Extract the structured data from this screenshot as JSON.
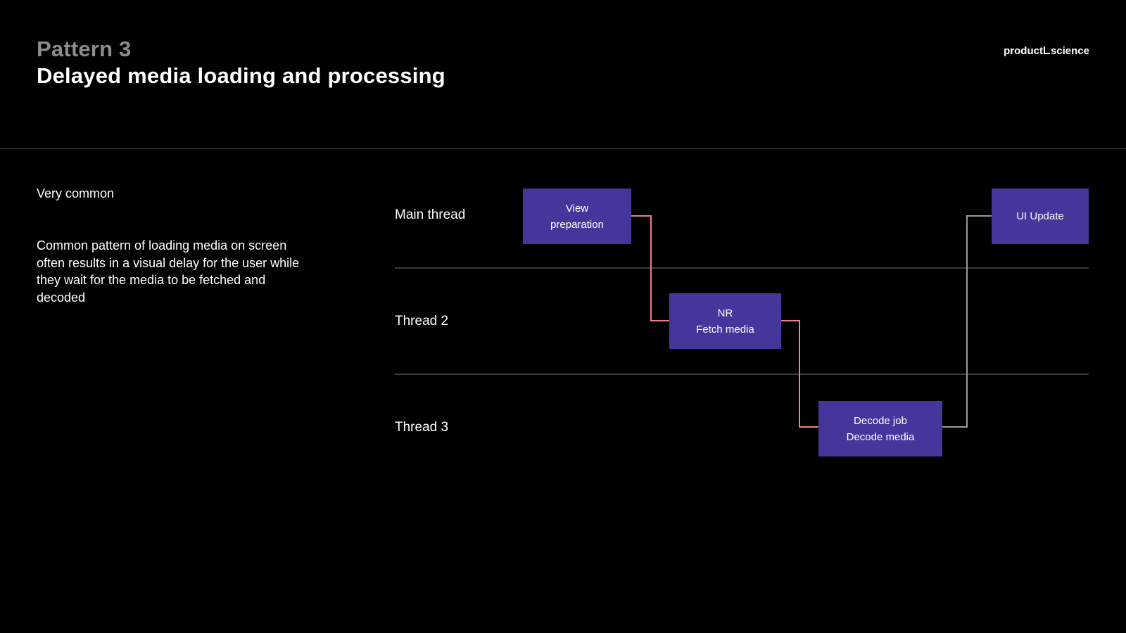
{
  "header": {
    "eyebrow": "Pattern 3",
    "title": "Delayed media loading and processing",
    "logo_left": "product",
    "logo_right": "science"
  },
  "left_panel": {
    "subtitle": "Very common",
    "description": "Common pattern of loading media on screen often results in a visual delay for the user while they wait for the media to be fetched and decoded"
  },
  "diagram": {
    "threads": [
      {
        "label": "Main thread"
      },
      {
        "label": "Thread 2"
      },
      {
        "label": "Thread 3"
      }
    ],
    "tasks": [
      {
        "line1": "View",
        "line2": "preparation"
      },
      {
        "line1": "NR",
        "line2": "Fetch media"
      },
      {
        "line1": "Decode job",
        "line2": "Decode media"
      },
      {
        "line1": "UI Update",
        "line2": ""
      }
    ],
    "colors": {
      "task_fill": "#44369a",
      "connector_highlight": "#e8818a",
      "connector_neutral": "#9a9a9a",
      "lane_divider": "#3a3a3a"
    }
  }
}
